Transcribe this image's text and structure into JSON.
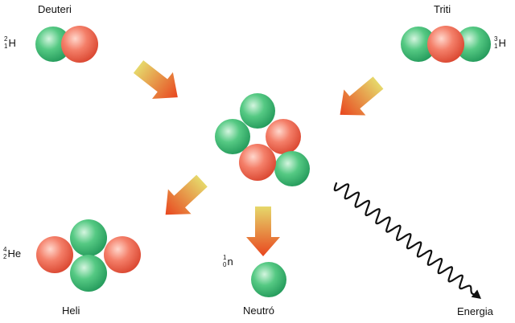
{
  "labels": {
    "deuterium": "Deuteri",
    "tritium": "Triti",
    "helium": "Heli",
    "neutron": "Neutró",
    "energy": "Energia"
  },
  "isotopes": {
    "deuterium": {
      "mass": "2",
      "atomic": "1",
      "symbol": "H"
    },
    "tritium": {
      "mass": "3",
      "atomic": "1",
      "symbol": "H"
    },
    "helium": {
      "mass": "4",
      "atomic": "2",
      "symbol": "He"
    },
    "neutron": {
      "mass": "1",
      "atomic": "0",
      "symbol": "n"
    }
  },
  "colors": {
    "proton": "#f26b57",
    "neutron": "#3fbf76",
    "arrow_start": "#e7d86a",
    "arrow_end": "#e8461f",
    "wave": "#111111"
  }
}
